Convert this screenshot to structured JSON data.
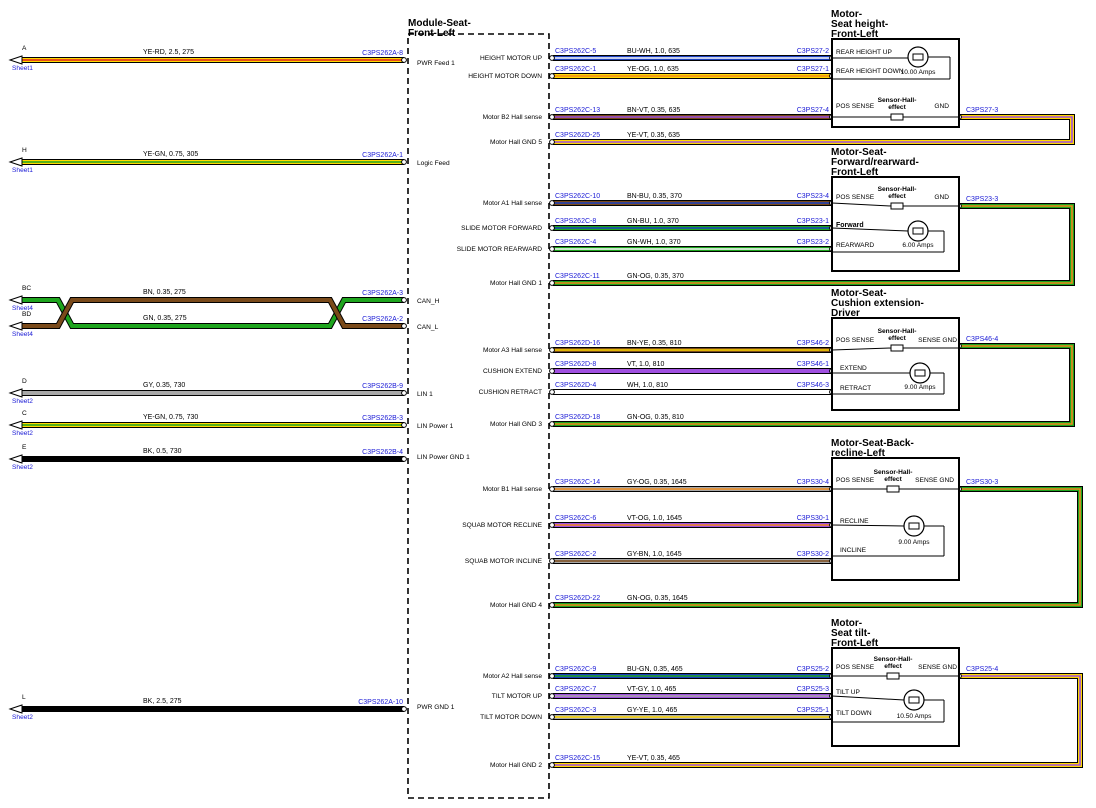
{
  "module": {
    "title_lines": [
      "Module-Seat-",
      "Front-Left"
    ],
    "pins": [
      "PWR Feed 1",
      "Logic Feed",
      "CAN_H",
      "CAN_L",
      "LIN 1",
      "LIN Power 1",
      "LIN Power GND 1",
      "PWR GND 1"
    ],
    "right_pins": [
      "HEIGHT MOTOR UP",
      "HEIGHT MOTOR DOWN",
      "Motor B2 Hall sense",
      "Motor Hall GND 5",
      "Motor A1 Hall sense",
      "SLIDE MOTOR FORWARD",
      "SLIDE MOTOR REARWARD",
      "Motor Hall GND 1",
      "Motor A3 Hall sense",
      "CUSHION EXTEND",
      "CUSHION RETRACT",
      "Motor Hall GND 3",
      "Motor B1 Hall sense",
      "SQUAB MOTOR RECLINE",
      "SQUAB MOTOR INCLINE",
      "Motor Hall GND 4",
      "Motor A2 Hall sense",
      "TILT MOTOR UP",
      "TILT MOTOR DOWN",
      "Motor Hall GND 2"
    ]
  },
  "left_wires": [
    {
      "id": "A",
      "sheet": "Sheet1",
      "spec": "YE-RD,  2.5,  275",
      "conn": "C3PS262A-8"
    },
    {
      "id": "H",
      "sheet": "Sheet1",
      "spec": "YE-GN,  0.75,  305",
      "conn": "C3PS262A-1"
    },
    {
      "id": "BC",
      "sheet": "Sheet4",
      "spec": "BN,  0.35,  275",
      "conn": "C3PS262A-3"
    },
    {
      "id": "BD",
      "sheet": "Sheet4",
      "spec": "GN,  0.35,  275",
      "conn": "C3PS262A-2"
    },
    {
      "id": "D",
      "sheet": "Sheet2",
      "spec": "GY,  0.35,  730",
      "conn": "C3PS262B-9"
    },
    {
      "id": "C",
      "sheet": "Sheet2",
      "spec": "YE-GN,  0.75,  730",
      "conn": "C3PS262B-3"
    },
    {
      "id": "E",
      "sheet": "Sheet2",
      "spec": "BK,  0.5,  730",
      "conn": "C3PS262B-4"
    },
    {
      "id": "L",
      "sheet": "Sheet2",
      "spec": "BK,  2.5,  275",
      "conn": "C3PS262A-10"
    }
  ],
  "right_wires": [
    {
      "from": "C3PS262C-5",
      "spec": "BU-WH,  1.0,  635",
      "to": "C3PS27-2"
    },
    {
      "from": "C3PS262C-1",
      "spec": "YE-OG,  1.0,  635",
      "to": "C3PS27-1"
    },
    {
      "from": "C3PS262C-13",
      "spec": "BN-VT,  0.35,  635",
      "to": "C3PS27-4"
    },
    {
      "from": "C3PS262D-25",
      "spec": "YE-VT,  0.35,  635",
      "to": ""
    },
    {
      "from": "C3PS262C-10",
      "spec": "BN-BU,  0.35,  370",
      "to": "C3PS23-4"
    },
    {
      "from": "C3PS262C-8",
      "spec": "GN-BU,  1.0,  370",
      "to": "C3PS23-1"
    },
    {
      "from": "C3PS262C-4",
      "spec": "GN-WH,  1.0,  370",
      "to": "C3PS23-2"
    },
    {
      "from": "C3PS262C-11",
      "spec": "GN-OG,  0.35,  370",
      "to": ""
    },
    {
      "from": "C3PS262D-16",
      "spec": "BN-YE,  0.35,  810",
      "to": "C3PS46-2"
    },
    {
      "from": "C3PS262D-8",
      "spec": "VT,  1.0,  810",
      "to": "C3PS46-1"
    },
    {
      "from": "C3PS262D-4",
      "spec": "WH,  1.0,  810",
      "to": "C3PS46-3"
    },
    {
      "from": "C3PS262D-18",
      "spec": "GN-OG,  0.35,  810",
      "to": ""
    },
    {
      "from": "C3PS262C-14",
      "spec": "GY-OG,  0.35,  1645",
      "to": "C3PS30-4"
    },
    {
      "from": "C3PS262C-6",
      "spec": "VT-OG,  1.0,  1645",
      "to": "C3PS30-1"
    },
    {
      "from": "C3PS262C-2",
      "spec": "GY-BN,  1.0,  1645",
      "to": "C3PS30-2"
    },
    {
      "from": "C3PS262D-22",
      "spec": "GN-OG,  0.35,  1645",
      "to": ""
    },
    {
      "from": "C3PS262C-9",
      "spec": "BU-GN,  0.35,  465",
      "to": "C3PS25-2"
    },
    {
      "from": "C3PS262C-7",
      "spec": "VT-GY,  1.0,  465",
      "to": "C3PS25-3"
    },
    {
      "from": "C3PS262C-3",
      "spec": "GY-YE,  1.0,  465",
      "to": "C3PS25-1"
    },
    {
      "from": "C3PS262C-15",
      "spec": "YE-VT,  0.35,  465",
      "to": ""
    }
  ],
  "components": [
    {
      "title_lines": [
        "Motor-",
        "Seat height-",
        "Front-Left"
      ],
      "pins": [
        "REAR HEIGHT UP",
        "REAR HEIGHT DOWN",
        "POS SENSE",
        "GND"
      ],
      "sensor_lines": [
        "Sensor-Hall-",
        "effect"
      ],
      "rating": "10.00 Amps",
      "gnd_conn": "C3PS27-3"
    },
    {
      "title_lines": [
        "Motor-Seat-",
        "Forward/rearward-",
        "Front-Left"
      ],
      "pins": [
        "POS SENSE",
        "GND",
        "Forward",
        "REARWARD"
      ],
      "sensor_lines": [
        "Sensor-Hall-",
        "effect"
      ],
      "rating": "6.00 Amps",
      "gnd_conn": "C3PS23-3"
    },
    {
      "title_lines": [
        "Motor-Seat-",
        "Cushion extension-",
        "Driver"
      ],
      "pins": [
        "POS SENSE",
        "SENSE GND",
        "EXTEND",
        "RETRACT"
      ],
      "sensor_lines": [
        "Sensor-Hall-",
        "effect"
      ],
      "rating": "9.00 Amps",
      "gnd_conn": "C3PS46-4"
    },
    {
      "title_lines": [
        "Motor-Seat-Back-",
        "recline-Left"
      ],
      "pins": [
        "POS SENSE",
        "SENSE GND",
        "RECLINE",
        "INCLINE"
      ],
      "sensor_lines": [
        "Sensor-Hall-",
        "effect"
      ],
      "rating": "9.00 Amps",
      "gnd_conn": "C3PS30-3"
    },
    {
      "title_lines": [
        "Motor-",
        "Seat tilt-",
        "Front-Left"
      ],
      "pins": [
        "POS SENSE",
        "SENSE GND",
        "TILT UP",
        "TILT DOWN"
      ],
      "sensor_lines": [
        "Sensor-Hall-",
        "effect"
      ],
      "rating": "10.50 Amps",
      "gnd_conn": "C3PS25-4"
    }
  ],
  "colors": {
    "YE": "#ffd800",
    "RD": "#e02020",
    "GN": "#1ea51e",
    "BN": "#7a4a1a",
    "GY": "#a8a8a8",
    "BK": "#000000",
    "BU": "#1a3fbf",
    "WH": "#ffffff",
    "OG": "#f08a1c",
    "VT": "#a050e0",
    "label": "#1a1ad6"
  }
}
